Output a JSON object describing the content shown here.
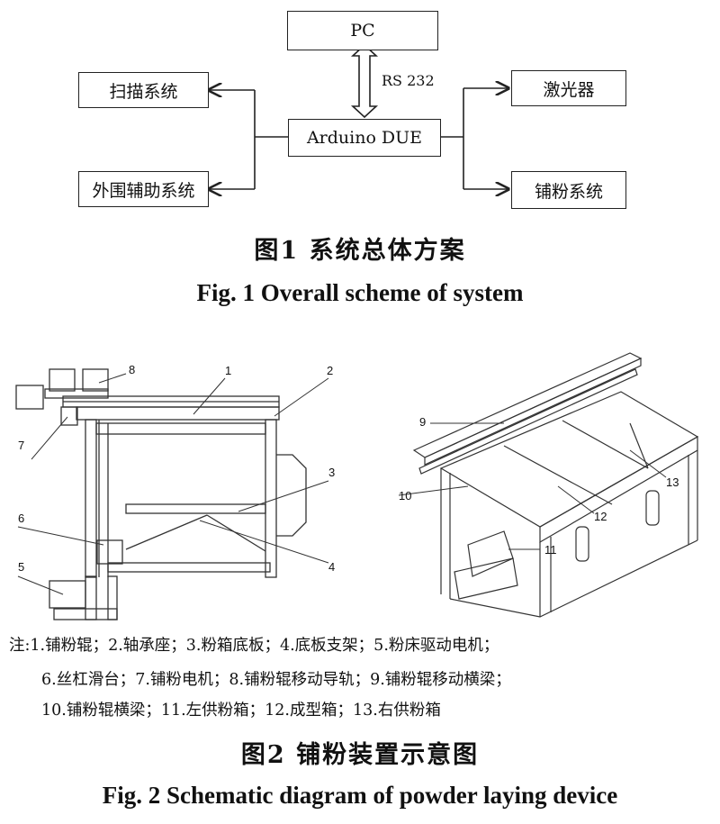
{
  "fig1": {
    "nodes": {
      "pc": "PC",
      "arduino": "Arduino DUE",
      "scan": "扫描系统",
      "aux": "外围辅助系统",
      "laser": "激光器",
      "powder": "铺粉系统"
    },
    "link_label": "RS  232",
    "caption_cn": "图1  系统总体方案",
    "caption_en": "Fig. 1  Overall scheme of system"
  },
  "fig2": {
    "left_numbers": [
      "1",
      "2",
      "3",
      "4",
      "5",
      "6",
      "7",
      "8"
    ],
    "right_numbers": [
      "9",
      "10",
      "11",
      "12",
      "13"
    ],
    "notes": [
      "注:1.铺粉辊；2.轴承座；3.粉箱底板；4.底板支架；5.粉床驱动电机；",
      "6.丝杠滑台；7.铺粉电机；8.铺粉辊移动导轨；9.铺粉辊移动横梁；",
      "10.铺粉辊横梁；11.左供粉箱；12.成型箱；13.右供粉箱"
    ],
    "caption_cn": "图2  铺粉装置示意图",
    "caption_en": "Fig. 2  Schematic diagram of powder laying device"
  }
}
